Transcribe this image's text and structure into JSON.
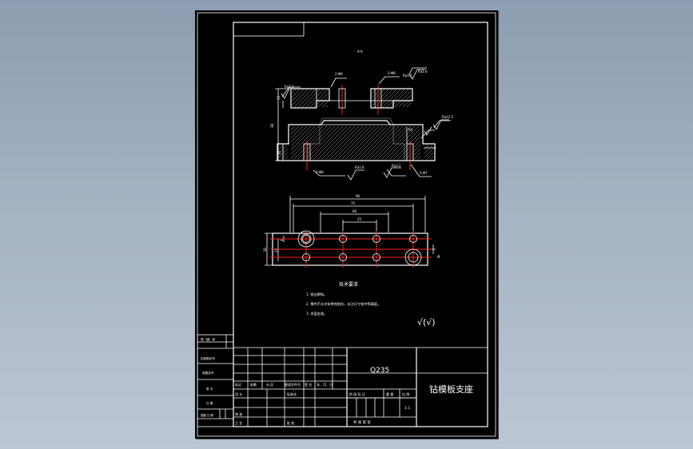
{
  "section": {
    "label": "A-A",
    "roughness": [
      "Ra3.2",
      "Ra1.6",
      "Ra3.2",
      "Ra12.5",
      "Ra1.6",
      "Ra3.2"
    ],
    "callouts": [
      "2-Φ8",
      "2-Φ8",
      "2-Φ8",
      "2-Φ7"
    ],
    "dims": [
      "15",
      "38",
      "10",
      "R2"
    ]
  },
  "plan": {
    "dims_top": [
      "96",
      "75",
      "60",
      "25"
    ],
    "dims_left": [
      "30",
      "22",
      "4"
    ],
    "cut_label": "A"
  },
  "tech": {
    "title": "技术要求",
    "lines": [
      "1. 锐边倒钝。",
      "2. 零件不允许有锈蚀划伤，未注尺寸按中等精度。",
      "3. 发蓝处理。"
    ],
    "general_roughness": "√(√)"
  },
  "title_block": {
    "material": "Q235",
    "part_name": "钻模板支座",
    "scale": "1:1",
    "sheet_info": "共   张   第   张",
    "header": [
      "标记",
      "处数",
      "分 区",
      "更改文件号",
      "签 名",
      "年、月、日"
    ],
    "row_design": [
      "设 计",
      "标准化"
    ],
    "row_check": [
      "审 核"
    ],
    "row_process": [
      "工 艺",
      "批 准"
    ],
    "stage_cols": [
      "阶 段 标 记",
      "重 量",
      "比 例"
    ],
    "left_strip": [
      "借（通）用",
      "旧底图总号",
      "底图总号",
      "签 字",
      "日 期"
    ],
    "strip_bottom": "描图  日  期"
  }
}
